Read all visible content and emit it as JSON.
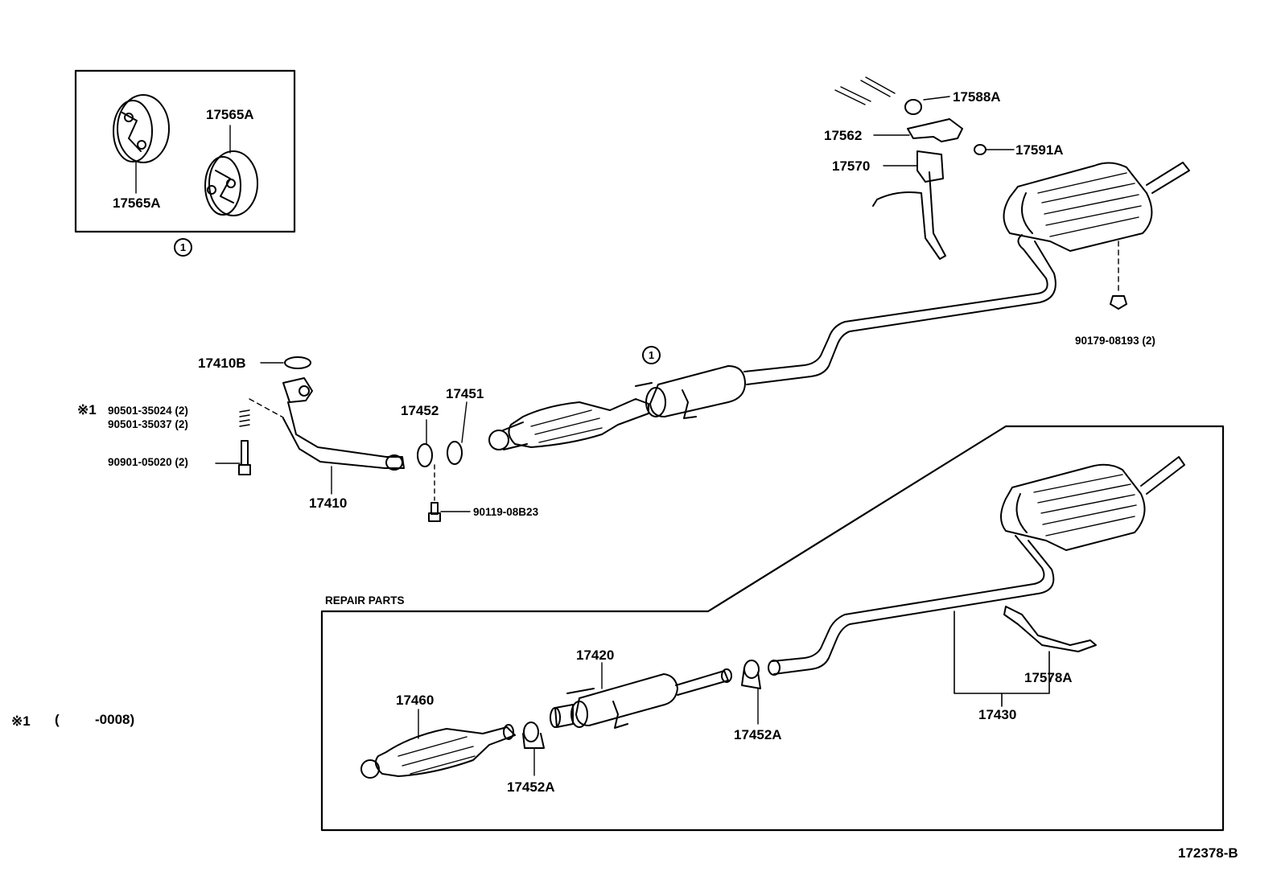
{
  "callouts": {
    "p17565A_top": "17565A",
    "p17565A_bottom": "17565A",
    "group_marker": "1",
    "group_marker_main": "1",
    "p17588A": "17588A",
    "p17562": "17562",
    "p17591A": "17591A",
    "p17570": "17570",
    "p90179": "90179-08193 (2)",
    "p17410B": "17410B",
    "star1_symbol": "※1",
    "p90501a": "90501-35024 (2)",
    "p90501b": "90501-35037 (2)",
    "p90901": "90901-05020 (2)",
    "p17410": "17410",
    "p17452": "17452",
    "p17451": "17451",
    "p90119": "90119-08B23",
    "p17420": "17420",
    "p17460": "17460",
    "p17452A_right": "17452A",
    "p17452A_left": "17452A",
    "p17578A": "17578A",
    "p17430": "17430"
  },
  "repair_parts_label": "REPAIR PARTS",
  "footnote": {
    "symbol": "※1",
    "open": "(",
    "range": "-0008)"
  },
  "diagram_id": "172378-B"
}
